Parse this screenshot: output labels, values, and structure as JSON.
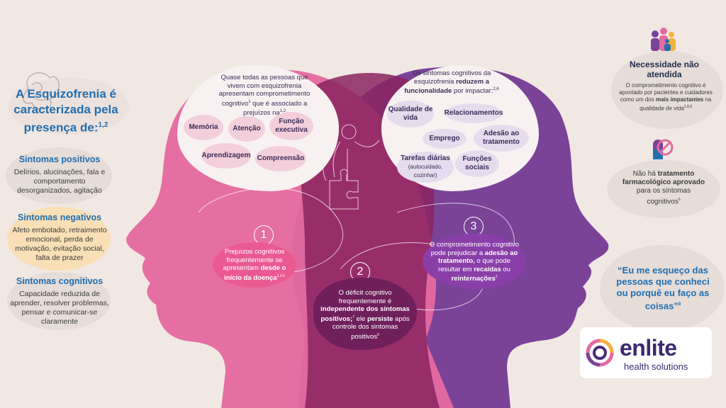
{
  "left": {
    "title": "A Esquizofrenia é caracterizada pela presença de:",
    "title_ref": "1,2",
    "sections": [
      {
        "heading": "Sintomas positivos",
        "body": "Delírios, alucinações, fala e comportamento desorganizados, agitação"
      },
      {
        "heading": "Sintomas negativos",
        "body": "Afeto embotado, retraimento emocional, perda de motivação, evitação social, falta de prazer"
      },
      {
        "heading": "Sintomas cognitivos",
        "body": "Capacidade reduzida de aprender, resolver problemas, pensar e comunicar-se claramente"
      }
    ]
  },
  "pink_head": {
    "intro_a": "Quase todas as pessoas que vivem com esquizofrenia apresentam comprometimento cognitivo",
    "intro_ref1": "1",
    "intro_b": " que é associado a prejuízos na",
    "intro_ref2": "1,2",
    "pills": [
      "Memória",
      "Atenção",
      "Função executiva",
      "Aprendizagem",
      "Compreensão"
    ]
  },
  "purple_head": {
    "intro_a": "Os sintomas cognitivos da esquizofrenia ",
    "intro_bold1": "reduzem a funcionalidade",
    "intro_b": " por impactar:",
    "intro_ref": "2,6",
    "pills": [
      {
        "label": "Qualidade de vida",
        "sub": ""
      },
      {
        "label": "Relacionamentos",
        "sub": ""
      },
      {
        "label": "Emprego",
        "sub": ""
      },
      {
        "label": "Adesão ao tratamento",
        "sub": ""
      },
      {
        "label": "Tarefas diárias",
        "sub": "(autocuidado, cozinhar)"
      },
      {
        "label": "Funções sociais",
        "sub": ""
      }
    ]
  },
  "points": [
    {
      "num": "1",
      "a": "Prejuízos cognitivos frequentemente se apresentam ",
      "bold": "desde o início da doença",
      "ref": "1,3-5"
    },
    {
      "num": "2",
      "a": "O déficit cognitivo frequentemente é ",
      "bold": "independente dos sintomas positivos;",
      "ref": "7",
      "b": " ele ",
      "bold2": "persiste",
      "c": " após controle dos sintomas positivos",
      "ref2": "6"
    },
    {
      "num": "3",
      "a": "O comprometimento cognitivo pode prejudicar a ",
      "bold": "adesão ao tratamento,",
      "b": " o que pode resultar em ",
      "bold2": "recaídas",
      "c": " ou ",
      "bold3": "reinternações",
      "ref": "2"
    }
  ],
  "right": {
    "need_title": "Necessidade não atendida",
    "need_a": "O comprometimento cognitivo é apontado por pacientes e cuidadores como um dos ",
    "need_bold": "mais impactantes",
    "need_b": " na qualidade de vida",
    "need_ref": "2,8,9",
    "treat_a": "Não há ",
    "treat_bold": "tratamento farmacológico aprovado",
    "treat_b": " para os sintomas cognitivos",
    "treat_ref": "6",
    "quote": "“Eu me esqueço das pessoas que conheci ou porquê eu faço as coisas”",
    "quote_ref": "8"
  },
  "logo": {
    "name": "enlite",
    "tagline": "health solutions"
  },
  "colors": {
    "blue": "#1f6fb3",
    "pink": "#e46aa0",
    "purple": "#7a4398",
    "dark_plum": "#6f1f5a",
    "bg": "#f1e8e3"
  }
}
